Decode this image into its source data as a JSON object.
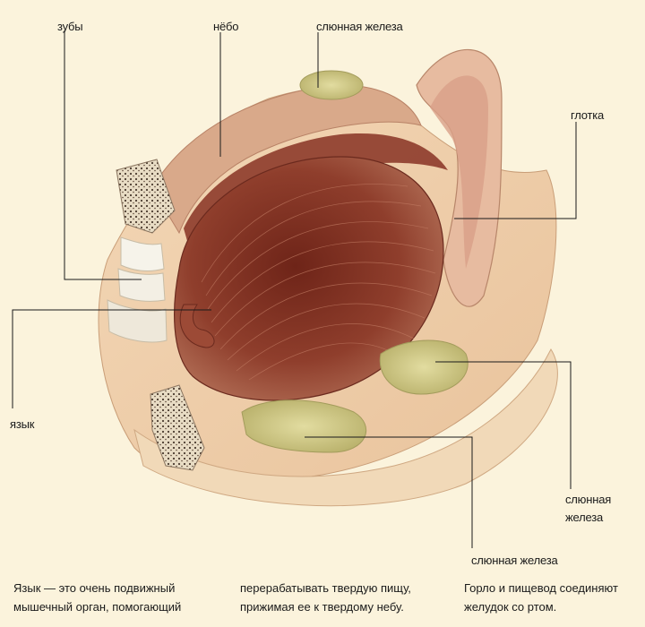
{
  "labels": {
    "teeth": "зубы",
    "palate": "нёбо",
    "salivary_top": "слюнная железа",
    "pharynx": "глотка",
    "tongue": "язык",
    "salivary_right_line1": "слюнная",
    "salivary_right_line2": "железа",
    "salivary_bottom": "слюнная железа"
  },
  "captions": {
    "col1_line1": "Язык — это очень подвижный",
    "col1_line2": "мышечный орган, помогающий",
    "col2_line1": "перерабатывать твердую пищу,",
    "col2_line2": "прижимая ее к твердому небу.",
    "col3_line1": "Горло и пищевод соединяют",
    "col3_line2": "желудок со ртом."
  },
  "colors": {
    "background": "#fbf3dc",
    "tongue": "#8a3a2a",
    "gland": "#d6cf8e",
    "leader_line": "#1a1a1a"
  }
}
